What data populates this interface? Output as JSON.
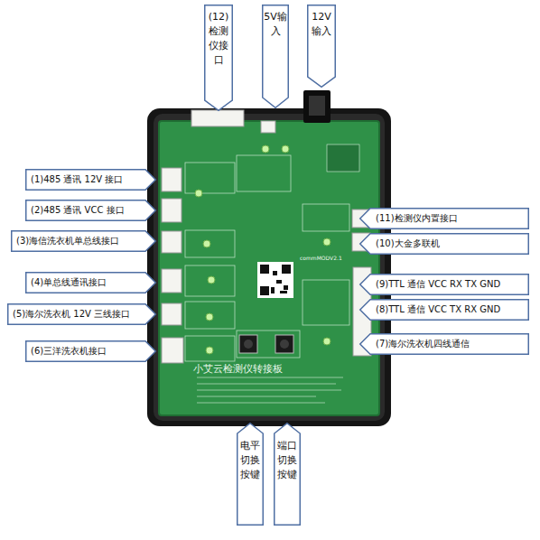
{
  "diagram": {
    "nodes": [
      {
        "text": [
          "(12)检测仪接口"
        ]
      },
      {
        "text": [
          "5V输入"
        ]
      },
      {
        "text": [
          "12V输入"
        ]
      },
      {
        "text": [
          "(1)485 通讯 12V 接口"
        ]
      },
      {
        "text": [
          "(2)485 通讯 VCC 接口"
        ]
      },
      {
        "text": [
          "(3)海信洗衣机单总线接口"
        ]
      },
      {
        "text": [
          "(4)单总线通讯接口"
        ]
      },
      {
        "text": [
          "(5)海尔洗衣机 12V 三线接口"
        ]
      },
      {
        "text": [
          "(6)三洋洗衣机接口"
        ]
      },
      {
        "text": [
          "(11)检测仪内置接口"
        ]
      },
      {
        "text": [
          "(10)大金多联机"
        ]
      },
      {
        "text": [
          "(9)TTL 通信 VCC RX TX GND"
        ]
      },
      {
        "text": [
          "(8)TTL 通信 VCC TX RX GND"
        ]
      },
      {
        "text": [
          "(7)海尔洗衣机四线通信"
        ]
      },
      {
        "text": [
          "电平切换按键"
        ]
      },
      {
        "text": [
          "端口切换按键"
        ]
      }
    ],
    "labels": [
      "小艾云检测仪转接板",
      "commMODV2.1"
    ]
  }
}
